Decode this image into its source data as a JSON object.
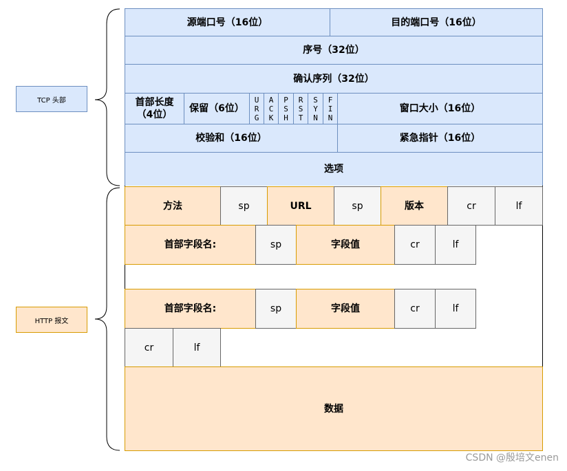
{
  "labels": {
    "tcp_header": "TCP 头部",
    "http_message": "HTTP 报文"
  },
  "tcp": {
    "src_port": "源端口号（16位）",
    "dst_port": "目的端口号（16位）",
    "seq": "序号（32位）",
    "ack_num": "确认序列（32位）",
    "header_len_line1": "首部长度",
    "header_len_line2": "（4位）",
    "reserved": "保留（6位）",
    "flags": [
      [
        "U",
        "R",
        "G"
      ],
      [
        "A",
        "C",
        "K"
      ],
      [
        "P",
        "S",
        "H"
      ],
      [
        "R",
        "S",
        "T"
      ],
      [
        "S",
        "Y",
        "N"
      ],
      [
        "F",
        "I",
        "N"
      ]
    ],
    "window": "窗口大小（16位）",
    "checksum": "校验和（16位）",
    "urgent": "紧急指针（16位）",
    "options": "选项"
  },
  "http": {
    "request_line": {
      "method": "方法",
      "sp1": "sp",
      "url": "URL",
      "sp2": "sp",
      "version": "版本",
      "cr": "cr",
      "lf": "lf"
    },
    "header1": {
      "name": "首部字段名:",
      "sp": "sp",
      "value": "字段值",
      "cr": "cr",
      "lf": "lf"
    },
    "header2": {
      "name": "首部字段名:",
      "sp": "sp",
      "value": "字段值",
      "cr": "cr",
      "lf": "lf"
    },
    "blank_line": {
      "cr": "cr",
      "lf": "lf"
    },
    "body": "数据"
  },
  "watermark": "CSDN @殷培文enen",
  "colors": {
    "tcp_fill": "#dae8fc",
    "tcp_stroke": "#6c8ebf",
    "http_fill": "#ffe6cc",
    "http_stroke": "#d79b00",
    "sep_fill": "#f5f5f5",
    "sep_stroke": "#666666"
  }
}
